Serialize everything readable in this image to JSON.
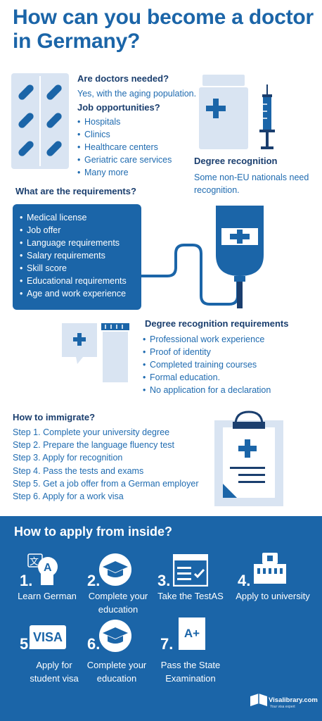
{
  "title": "How can you become a doctor in Germany?",
  "section1": {
    "needed_heading": "Are doctors needed?",
    "needed_text": "Yes, with the aging population.",
    "jobs_heading": "Job opportunities?",
    "jobs": [
      "Hospitals",
      "Clinics",
      "Healthcare centers",
      "Geriatric care services",
      "Many more"
    ]
  },
  "degree_recognition": {
    "heading": "Degree recognition",
    "text_line1": "Some non-EU nationals need",
    "text_line2": "recognition."
  },
  "requirements": {
    "heading": "What are the requirements?",
    "items": [
      "Medical license",
      "Job offer",
      "Language requirements",
      "Salary requirements",
      "Skill score",
      "Educational requirements",
      "Age and work experience"
    ]
  },
  "degree_requirements": {
    "heading": "Degree recognition requirements",
    "items": [
      "Professional work experience",
      "Proof of identity",
      "Completed training courses",
      "Formal education.",
      "No application for a declaration"
    ]
  },
  "immigrate": {
    "heading": "How to immigrate?",
    "steps": [
      "Step 1. Complete your university degree",
      "Step 2. Prepare the language fluency test",
      "Step 3. Apply for recognition",
      "Step 4. Pass the tests and exams",
      "Step 5. Get a job offer from a German employer",
      "Step 6. Apply for a work visa"
    ]
  },
  "inside": {
    "heading": "How to apply from inside?",
    "items": [
      {
        "num": "1.",
        "line1": "Learn German",
        "line2": "",
        "icon": "translate-icon"
      },
      {
        "num": "2.",
        "line1": "Complete your",
        "line2": "education",
        "icon": "graduation-cap-icon"
      },
      {
        "num": "3.",
        "line1": "Take the TestAS",
        "line2": "",
        "icon": "test-checklist-icon"
      },
      {
        "num": "4.",
        "line1": "Apply to university",
        "line2": "",
        "icon": "university-icon"
      },
      {
        "num": "5.",
        "line1": "Apply for",
        "line2": "student visa",
        "icon": "visa-card-icon"
      },
      {
        "num": "6.",
        "line1": "Complete your",
        "line2": "education",
        "icon": "graduation-cap-icon"
      },
      {
        "num": "7.",
        "line1": "Pass the State",
        "line2": "Examination",
        "icon": "grade-document-icon"
      }
    ],
    "visa_label": "VISA",
    "grade_label": "A+",
    "translate_glyph_a": "文",
    "translate_glyph_b": "A"
  },
  "logo": {
    "text": "Visalibrary.com",
    "tagline": "Your visa expert"
  },
  "colors": {
    "primary": "#1b65a8",
    "dark": "#1a3e6e",
    "light": "#d9e4f2",
    "white": "#ffffff"
  }
}
